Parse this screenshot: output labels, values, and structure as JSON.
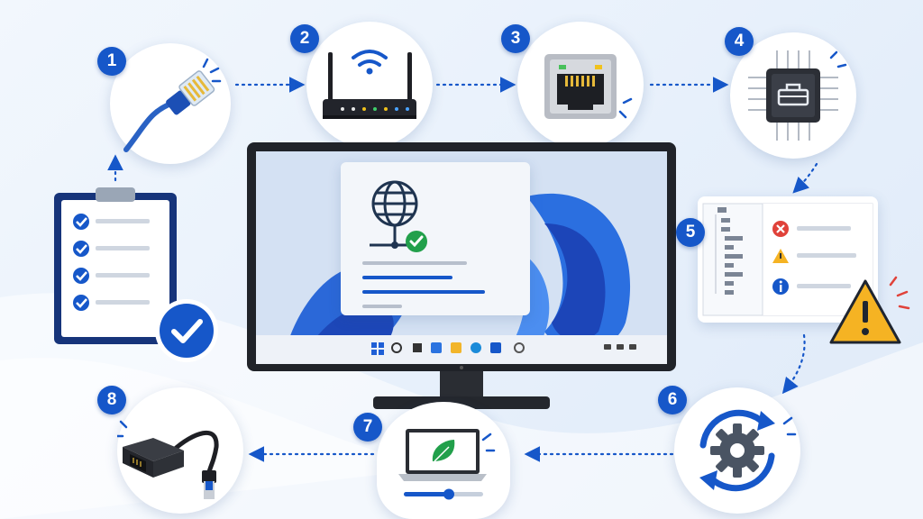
{
  "steps": [
    {
      "number": "1",
      "icon": "ethernet-cable-icon"
    },
    {
      "number": "2",
      "icon": "wifi-router-icon"
    },
    {
      "number": "3",
      "icon": "ethernet-port-icon"
    },
    {
      "number": "4",
      "icon": "network-chip-icon"
    },
    {
      "number": "5",
      "icon": "event-log-window-icon"
    },
    {
      "number": "6",
      "icon": "gear-refresh-icon"
    },
    {
      "number": "7",
      "icon": "eco-laptop-icon"
    },
    {
      "number": "8",
      "icon": "usb-ethernet-adapter-icon"
    }
  ],
  "colors": {
    "accent": "#1657c9",
    "success": "#22a04b",
    "error": "#e0423a",
    "warning": "#f5b323",
    "info": "#1657c9"
  }
}
